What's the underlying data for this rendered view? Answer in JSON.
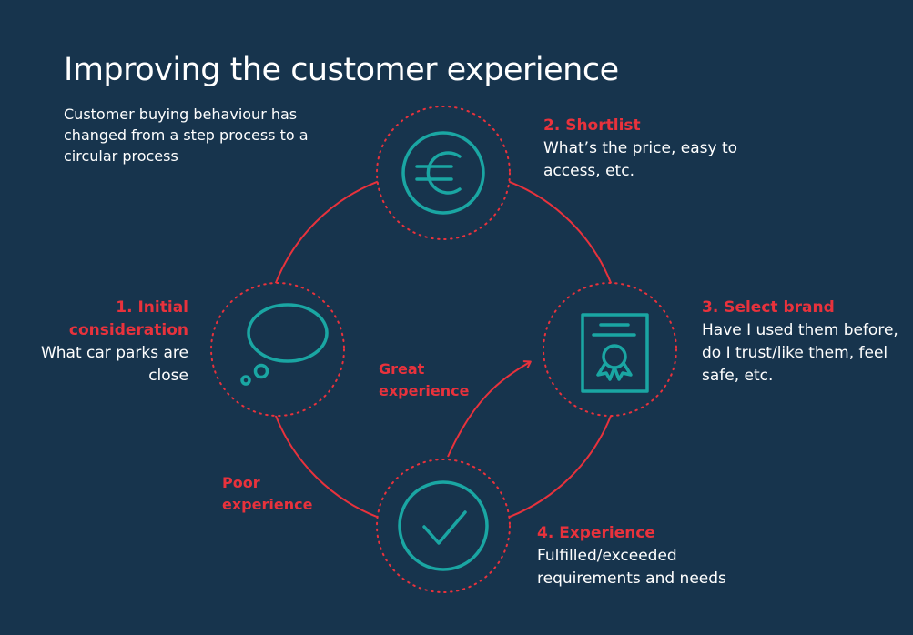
{
  "title": "Improving the customer experience",
  "intro": "Customer buying behaviour has changed from a step process to a circular process",
  "steps": [
    {
      "heading": "1. Initial consideration",
      "description": "What car parks are close",
      "icon": "thought-bubble-icon"
    },
    {
      "heading": "2. Shortlist",
      "description": "What’s the price, easy to access, etc.",
      "icon": "euro-icon"
    },
    {
      "heading": "3. Select brand",
      "description": "Have I used them before, do I trust/like them, feel safe, etc.",
      "icon": "certificate-icon"
    },
    {
      "heading": "4. Experience",
      "description": "Fulfilled/exceeded requirements and needs",
      "icon": "checkmark-icon"
    }
  ],
  "paths": {
    "great": "Great experience",
    "poor": "Poor experience"
  },
  "colors": {
    "background": "#17344d",
    "accent_red": "#e8323c",
    "icon_teal": "#1aa6a3",
    "text": "#ffffff"
  }
}
